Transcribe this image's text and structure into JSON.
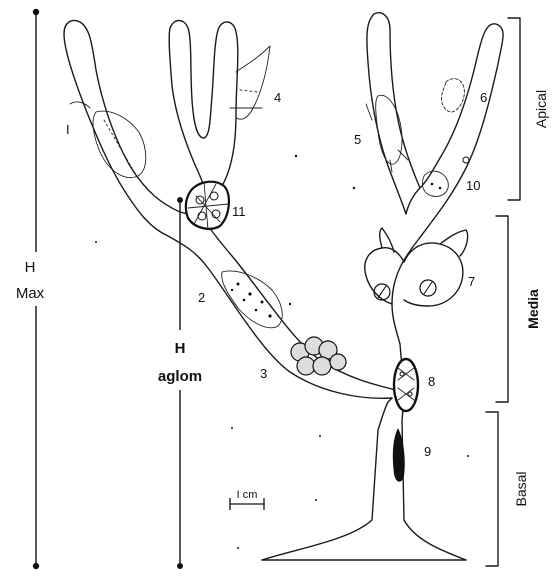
{
  "labels": {
    "h_max_h": "H",
    "h_max_max": "Max",
    "h_aglom_h": "H",
    "h_aglom_aglom": "aglom",
    "scale": "I cm",
    "section_apical": "Apical",
    "section_media": "Media",
    "section_basal": "Basal"
  },
  "numbers": {
    "n1": "I",
    "n2": "2",
    "n3": "3",
    "n4": "4",
    "n5": "5",
    "n6": "6",
    "n7": "7",
    "n8": "8",
    "n9": "9",
    "n10": "10",
    "n11": "11"
  },
  "colors": {
    "ink": "#1a1a1a",
    "background": "#ffffff"
  }
}
